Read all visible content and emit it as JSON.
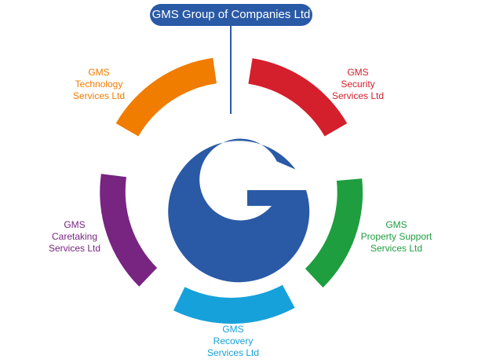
{
  "header": {
    "title": "GMS Group of Companies Ltd",
    "color": "#2a5aa6"
  },
  "center": {
    "letter_color": "#2a5aa6"
  },
  "companies": [
    {
      "id": "technology",
      "lines": [
        "GMS",
        "Technology",
        "Services Ltd"
      ],
      "color": "#f07c00"
    },
    {
      "id": "security",
      "lines": [
        "GMS",
        "Security",
        "Services Ltd"
      ],
      "color": "#d4202c"
    },
    {
      "id": "property-support",
      "lines": [
        "GMS",
        "Property Support",
        "Services Ltd"
      ],
      "color": "#1e9e3f"
    },
    {
      "id": "recovery",
      "lines": [
        "GMS",
        "Recovery",
        "Services Ltd"
      ],
      "color": "#17a1db"
    },
    {
      "id": "caretaking",
      "lines": [
        "GMS",
        "Caretaking",
        "Services Ltd"
      ],
      "color": "#772581"
    }
  ]
}
